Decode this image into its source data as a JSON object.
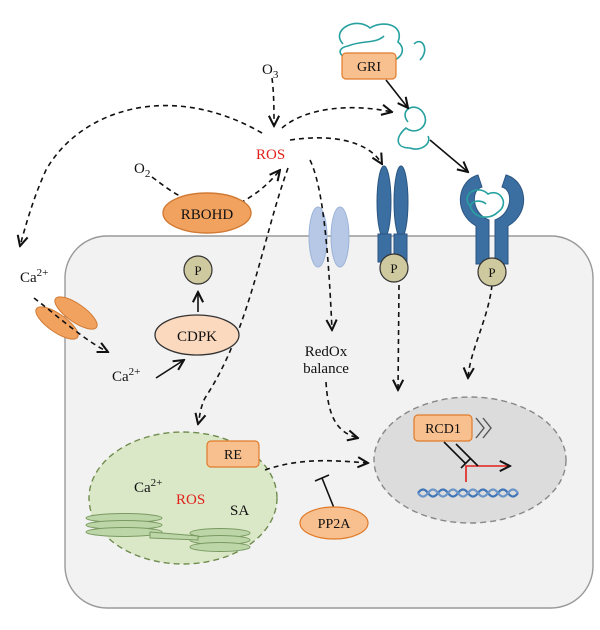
{
  "labels": {
    "o3": "O",
    "o3_sub": "3",
    "gri": "GRI",
    "ros_top": "ROS",
    "o2": "O",
    "o2_sub": "2",
    "rbohd": "RBOHD",
    "p": "P",
    "cdpk": "CDPK",
    "ca_out": "Ca",
    "ca_out_sup": "2+",
    "ca_in": "Ca",
    "ca_in_sup": "2+",
    "redox_line1": "RedOx",
    "redox_line2": "balance",
    "re": "RE",
    "ca_chloro": "Ca",
    "ca_chloro_sup": "2+",
    "ros_chloro": "ROS",
    "sa": "SA",
    "pp2a": "PP2A",
    "rcd1": "RCD1"
  },
  "colors": {
    "ros_text": "#e0201b",
    "orange_fill": "#f9c08f",
    "orange_stroke": "#e07b2b",
    "peach_fill": "#fbd9bf",
    "p_fill": "#cfc9a0",
    "cell_fill": "#f2f2f2",
    "chloroplast_fill": "#dbe8c8",
    "nucleus_fill": "#dcdcdc",
    "receptor_blue": "#3b6fa1",
    "channel_blue": "#b6c8e6",
    "peptide_teal": "#27a0a0",
    "dna_blue": "#3f74b6",
    "promoter_red": "#e0201b"
  },
  "icons": [
    "peptide-coil-icon",
    "receptor-icon",
    "channel-icon",
    "dna-helix-icon",
    "thylakoid-icon",
    "promoter-arrow-icon"
  ]
}
